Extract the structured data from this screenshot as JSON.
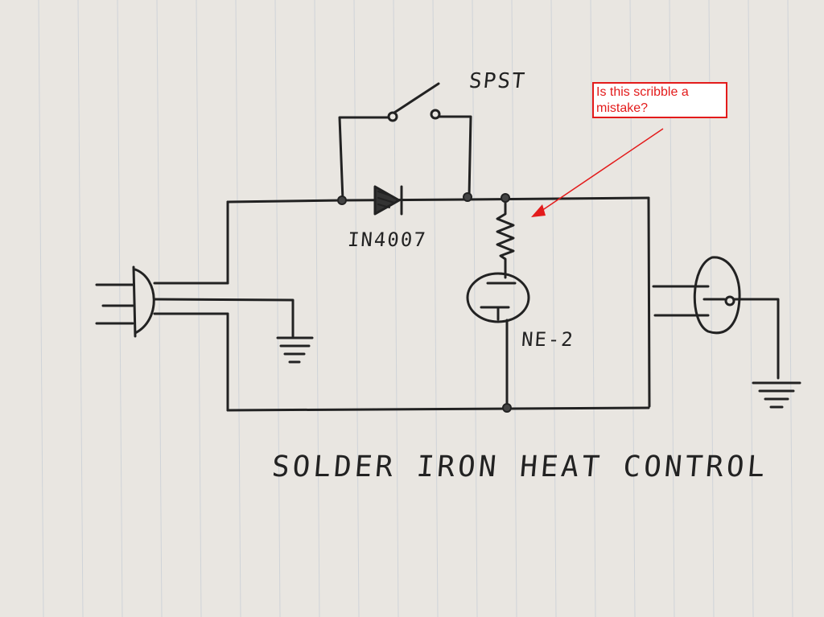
{
  "labels": {
    "switch": "SPST",
    "diode": "IN4007",
    "neon_lamp": "NE-2",
    "title": "SOLDER IRON   HEAT CONTROL"
  },
  "annotation": {
    "text": "Is this scribble a mistake?",
    "color": "#e31b1b"
  },
  "colors": {
    "paper": "#e9e6e1",
    "ruled_line": "#cfd3d8",
    "ink": "#222222"
  },
  "symbols": [
    "ac-plug",
    "ground-symbol",
    "spst-switch",
    "diode",
    "resistor",
    "neon-lamp",
    "outlet",
    "junction-dot"
  ]
}
